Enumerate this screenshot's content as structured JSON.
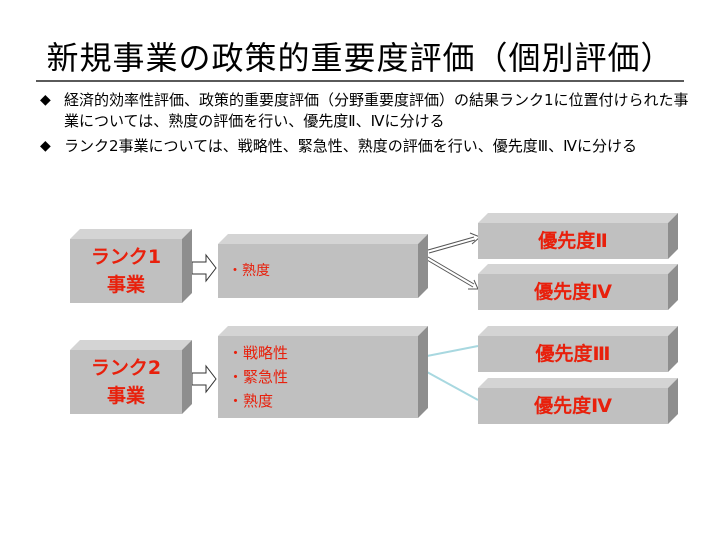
{
  "title": "新規事業の政策的重要度評価（個別評価）",
  "bullets": [
    "経済的効率性評価、政策的重要度評価（分野重要度評価）の結果ランク1に位置付けられた事業については、熟度の評価を行い、優先度Ⅱ、Ⅳに分ける",
    "ランク2事業については、戦略性、緊急性、熟度の評価を行い、優先度Ⅲ、Ⅳに分ける"
  ],
  "bullet_symbol": "◆",
  "rank1": {
    "label_line1": "ランク1",
    "label_line2": "事業",
    "criteria": [
      "・熟度"
    ],
    "priority_a": "優先度Ⅱ",
    "priority_b": "優先度Ⅳ"
  },
  "rank2": {
    "label_line1": "ランク2",
    "label_line2": "事業",
    "criteria": [
      "・戦略性",
      "・緊急性",
      "・熟度"
    ],
    "priority_a": "優先度Ⅲ",
    "priority_b": "優先度Ⅳ"
  },
  "colors": {
    "accent_red": "#e8200c",
    "box_front": "#c0c0c0",
    "box_top": "#d4d4d4",
    "box_side": "#8e8e8e",
    "connector_blue": "#a8d8e0"
  }
}
